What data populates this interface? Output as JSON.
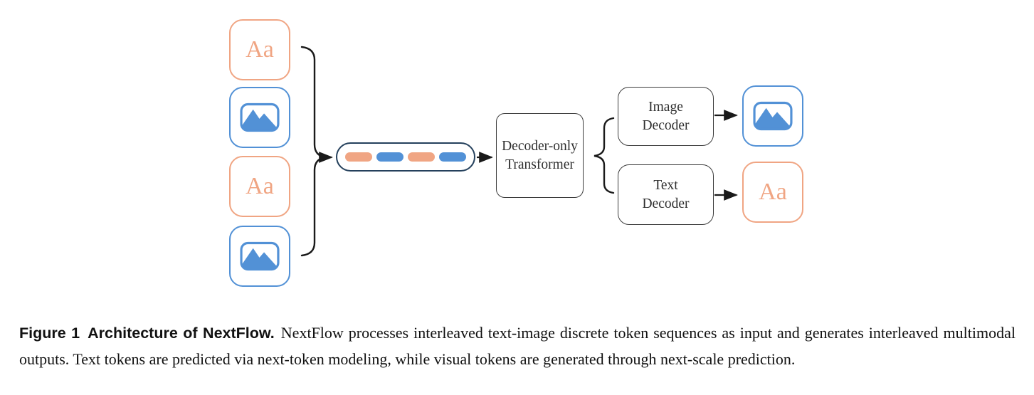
{
  "colors": {
    "orange": "#F0A583",
    "blue": "#5291D6",
    "navy": "#24405C",
    "ink": "#1a1a1a",
    "boxborder": "#3d3d3d",
    "boxtext": "#2e2e2e"
  },
  "diagram": {
    "input_tokens": [
      {
        "type": "text",
        "label": "Aa"
      },
      {
        "type": "image",
        "icon": "image-icon"
      },
      {
        "type": "text",
        "label": "Aa"
      },
      {
        "type": "image",
        "icon": "image-icon"
      }
    ],
    "sequence_tokens": [
      "text",
      "image",
      "text",
      "image"
    ],
    "transformer": {
      "line1": "Decoder-only",
      "line2": "Transformer"
    },
    "image_decoder": {
      "line1": "Image",
      "line2": "Decoder"
    },
    "text_decoder": {
      "line1": "Text",
      "line2": "Decoder"
    },
    "outputs": [
      {
        "type": "image",
        "icon": "image-icon"
      },
      {
        "type": "text",
        "label": "Aa"
      }
    ]
  },
  "caption": {
    "label": "Figure 1",
    "title": "Architecture of NextFlow.",
    "body": "NextFlow processes interleaved text-image discrete token sequences as input and generates interleaved multimodal outputs. Text tokens are predicted via next-token modeling, while visual tokens are generated through next-scale prediction."
  }
}
